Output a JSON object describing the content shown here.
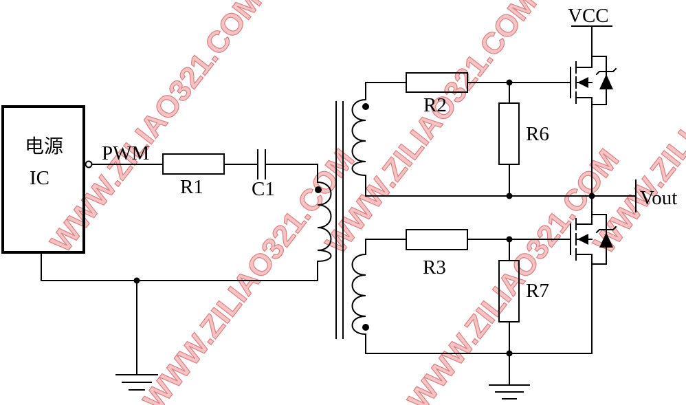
{
  "ic_block": {
    "line1": "电源",
    "line2": "IC"
  },
  "labels": {
    "pwm": "PWM",
    "r1": "R1",
    "c1": "C1",
    "r2": "R2",
    "r3": "R3",
    "r6": "R6",
    "r7": "R7",
    "vcc": "VCC",
    "vout": "Vout"
  },
  "watermark": {
    "text": "WWW.ZILIAO321.COM"
  }
}
